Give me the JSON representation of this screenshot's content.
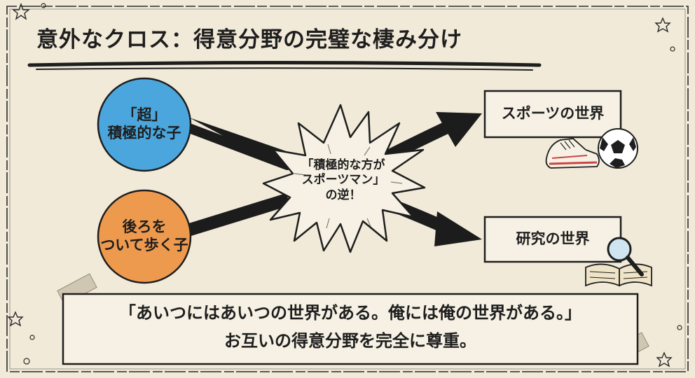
{
  "title": "意外なクロス：得意分野の完璧な棲み分け",
  "left_nodes": [
    {
      "line1": "「超」",
      "line2": "積極的な子",
      "color": "#4aa6dd"
    },
    {
      "line1": "後ろを",
      "line2": "ついて歩く子",
      "color": "#ee9a4e"
    }
  ],
  "center_burst": {
    "line1": "「積極的な方が",
    "line2": "スポーツマン」",
    "line3": "の逆！"
  },
  "right_boxes": [
    {
      "label": "スポーツの世界",
      "icon": "sneaker-and-soccer-ball-icon"
    },
    {
      "label": "研究の世界",
      "icon": "open-book-and-magnifier-icon"
    }
  ],
  "bottom_quote": {
    "line1": "「あいつにはあいつの世界がある。俺には俺の世界がある。」",
    "line2": "お互いの得意分野を完全に尊重。"
  },
  "colors": {
    "background": "#f1ead9",
    "ink": "#1e1e1e",
    "box_fill": "#f6f1e4",
    "tape": "#cfc6b2"
  }
}
